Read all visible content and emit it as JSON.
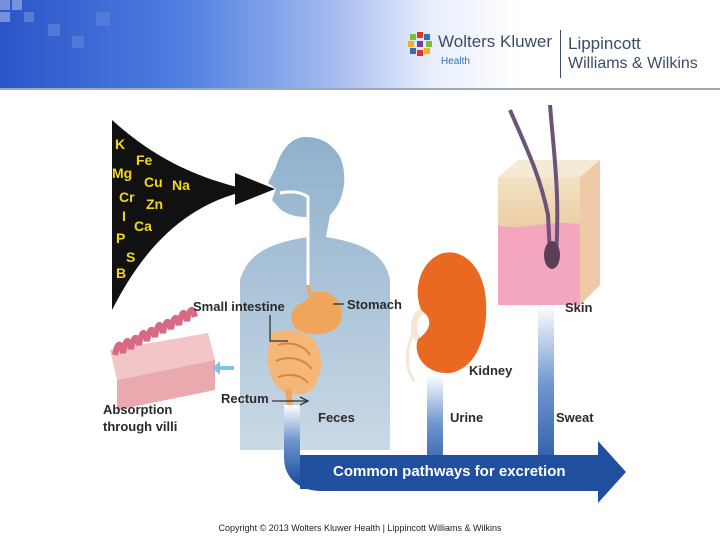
{
  "header": {
    "brand_primary": "Wolters Kluwer",
    "brand_sub": "Health",
    "brand_secondary_line1": "Lippincott",
    "brand_secondary_line2": "Williams & Wilkins",
    "gradient_colors": [
      "#2a55c8",
      "#ffffff"
    ]
  },
  "diagram": {
    "elements": [
      "K",
      "Fe",
      "Mg",
      "Cu",
      "Na",
      "Cr",
      "Zn",
      "I",
      "Ca",
      "P",
      "S",
      "B"
    ],
    "labels": {
      "small_intestine": "Small intestine",
      "stomach": "Stomach",
      "skin": "Skin",
      "kidney": "Kidney",
      "rectum": "Rectum",
      "absorption_line1": "Absorption",
      "absorption_line2": "through villi",
      "feces": "Feces",
      "urine": "Urine",
      "sweat": "Sweat"
    },
    "banner": "Common pathways for excretion",
    "colors": {
      "element_text": "#f2d71a",
      "pathway_blue": "#1f4f9e",
      "kidney": "#e8691f",
      "organ": "#f0a65a"
    },
    "icons": [
      "mineral-intake-wedge",
      "human-silhouette",
      "stomach",
      "intestine",
      "kidney",
      "skin-section",
      "villi"
    ]
  },
  "footer": {
    "copyright": "Copyright © 2013 Wolters Kluwer Health | Lippincott Williams & Wilkins"
  }
}
